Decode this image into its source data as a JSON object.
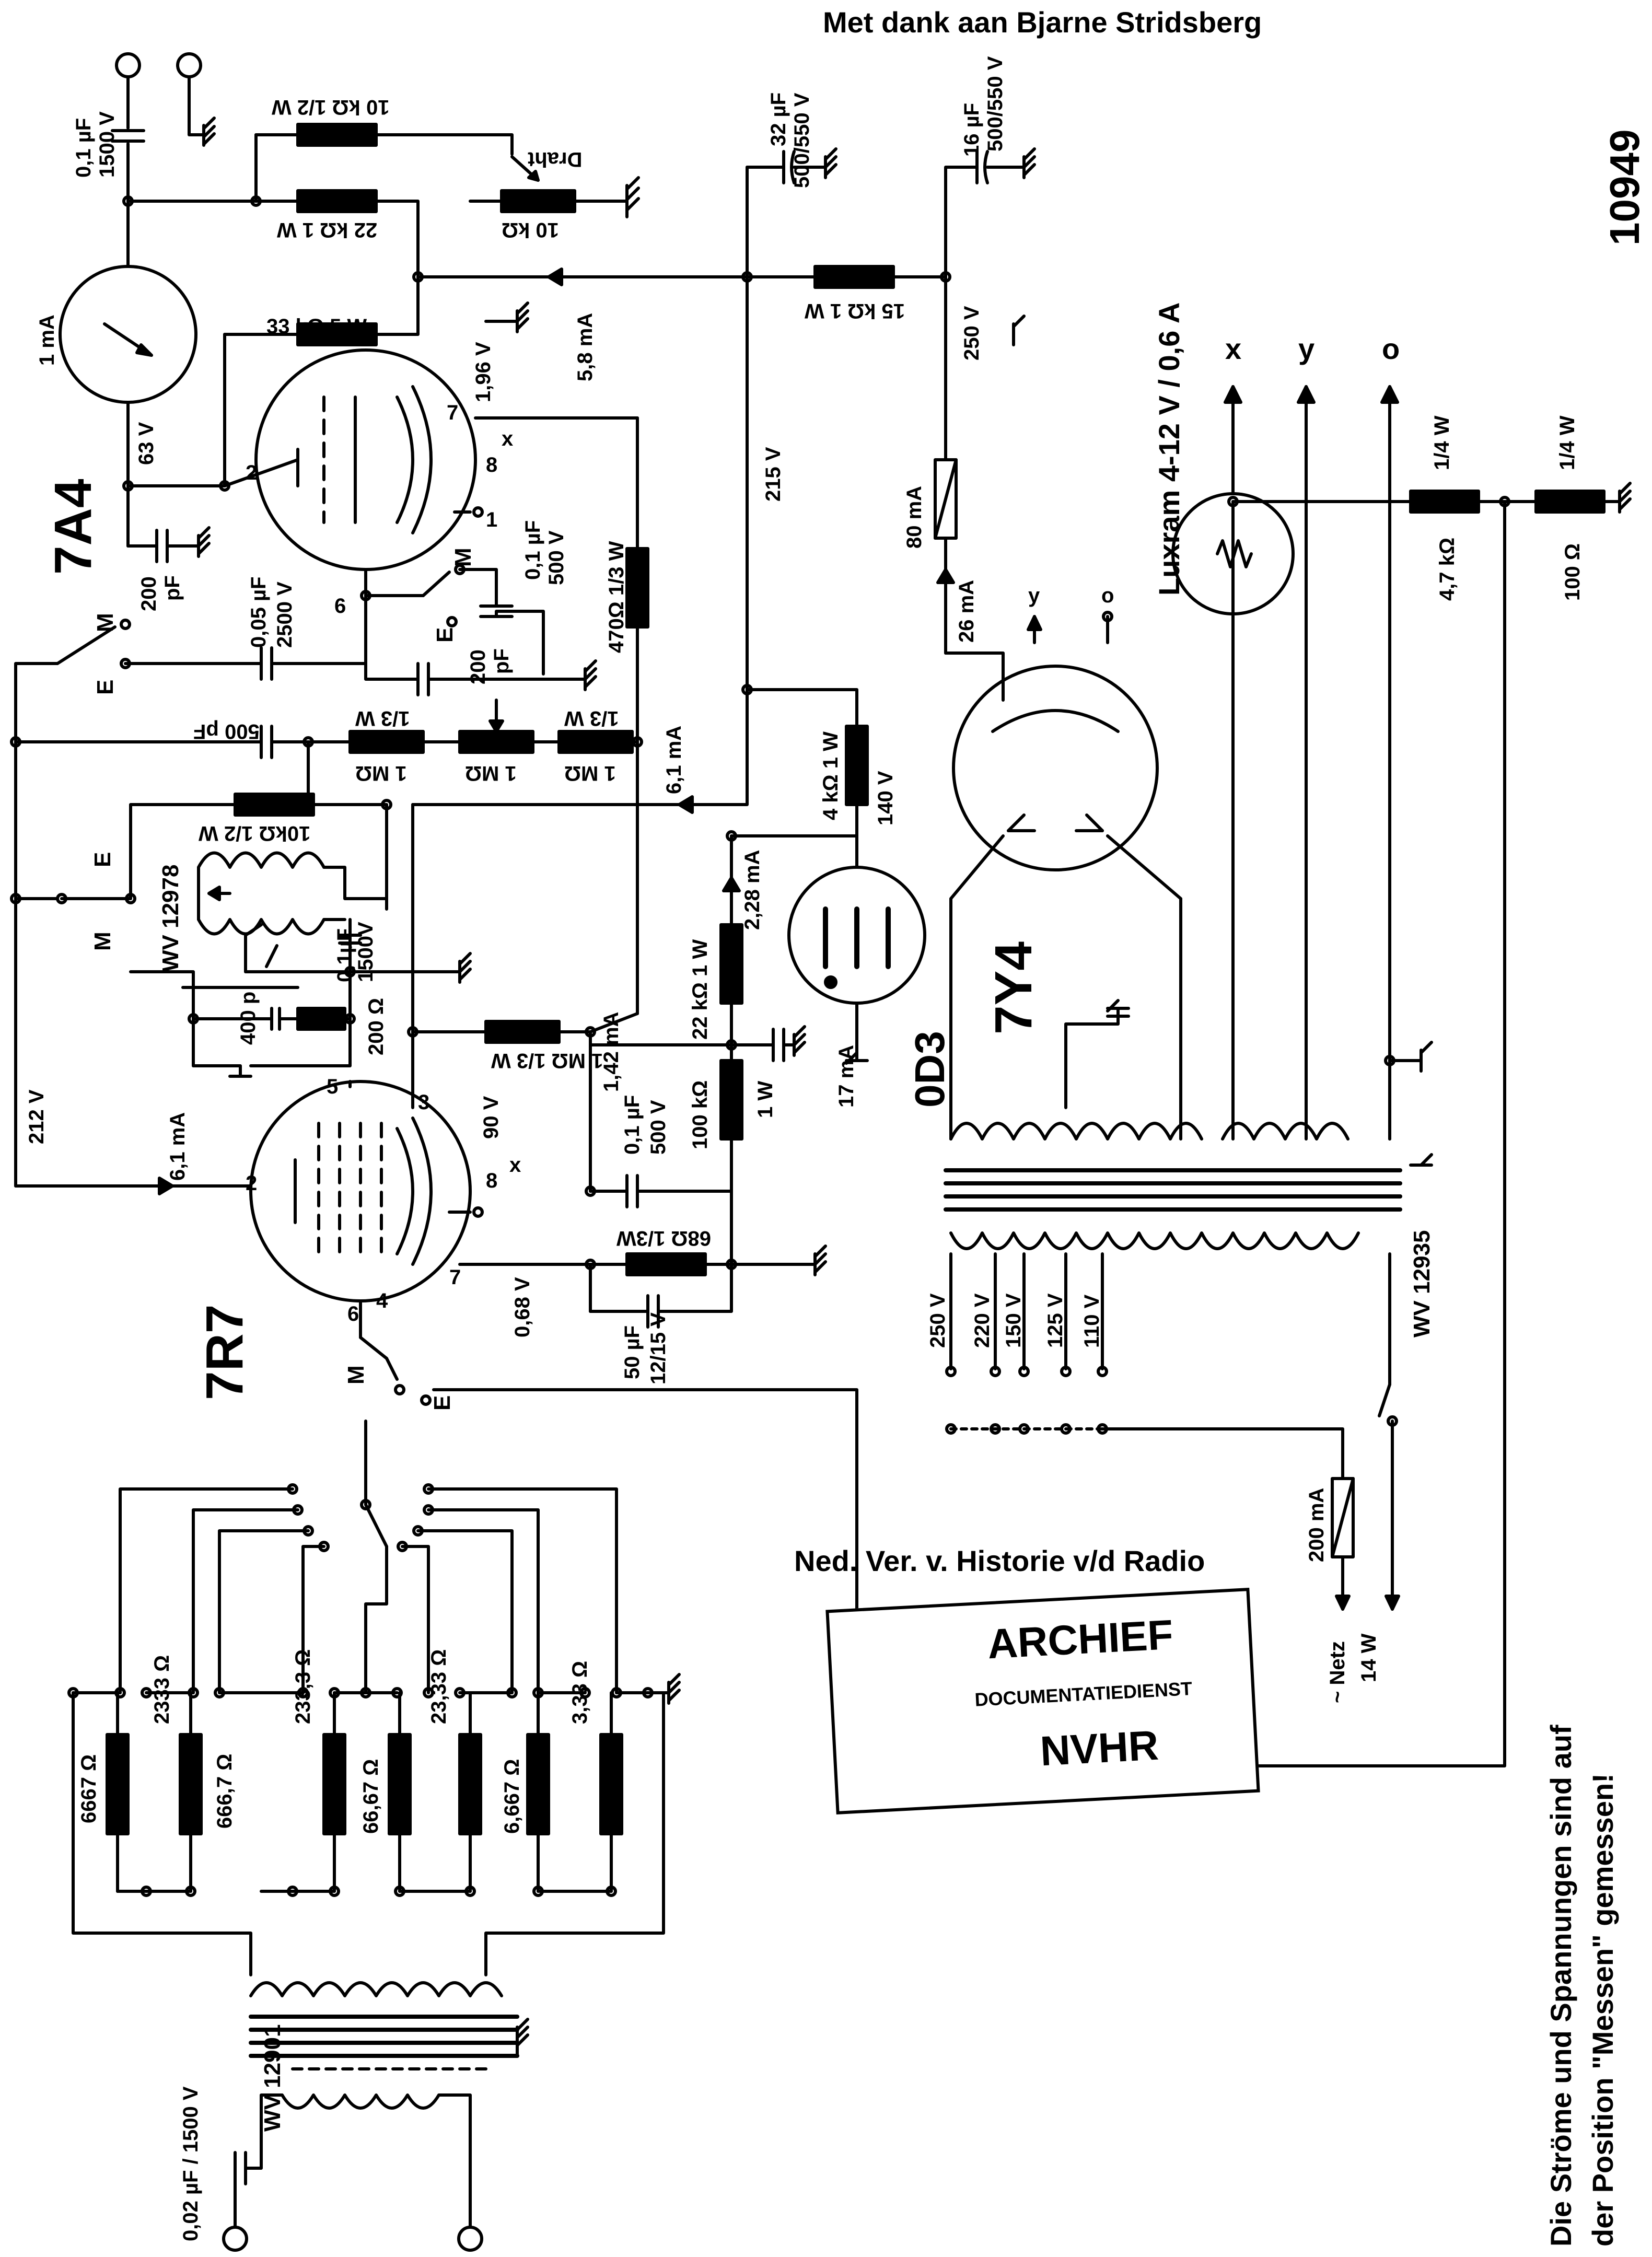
{
  "header": {
    "credit": "Met dank aan Bjarne Stridsberg",
    "sheet_number": "10949"
  },
  "tubes": {
    "t7a4": "7A4",
    "t7r7": "7R7",
    "t7y4": "7Y4",
    "t0d3": "0D3"
  },
  "meter": {
    "label": "1 mA"
  },
  "lamp": {
    "label": "Luxram 4-12 V / 0,6 A"
  },
  "transformers": {
    "output": "WV 12901",
    "coil": "WV 12978",
    "mains": "WV 12935"
  },
  "mains_taps": [
    "250 V",
    "220 V",
    "150 V",
    "125 V",
    "110 V"
  ],
  "mains_input": {
    "label": "~ Netz",
    "power": "14 W"
  },
  "fuse": {
    "label": "200 mA"
  },
  "attenuator_resistors": [
    "6667 Ω",
    "2333 Ω",
    "666,7 Ω",
    "233,3 Ω",
    "66,67 Ω",
    "23,33 Ω",
    "6,667 Ω",
    "3,33 Ω"
  ],
  "outputs": [
    "x",
    "y",
    "o"
  ],
  "small_outputs": [
    "y",
    "o"
  ],
  "labels": {
    "c_01uf_1500v": "0,1 µF",
    "c_01uf_1500v_b": "1500 V",
    "r_10k_half": "10 kΩ 1/2 W",
    "draht": "Draht",
    "r_22k": "22 kΩ 1 W",
    "p_10k": "10 kΩ",
    "r_33k": "33 kΩ 5 W",
    "i_58": "5,8 mA",
    "v_196": "1,96 V",
    "c_32uf": "32 µF",
    "c_32uf_b": "500/550 V",
    "c_16uf": "16 µF",
    "c_16uf_b": "500/550 V",
    "r_15k": "15 kΩ 1 W",
    "v_250": "250 V",
    "v_215": "215 V",
    "i_80": "80 mA",
    "i_26": "26 mA",
    "v_63": "63 V",
    "c_200pf": "200",
    "c_200pf_b": "pF",
    "c_005": "0,05 µF",
    "c_005_b": "2500 V",
    "c_01_500": "0,1 µF",
    "c_01_500_b": "500 V",
    "r_470": "470Ω 1/3 W",
    "c_200_small": "200",
    "c_200_small_b": "pF",
    "c_500pf": "500 pF",
    "r_1m_a": "1 MΩ",
    "r_1m_a_w": "1/3 W",
    "r_1m_b": "1 MΩ",
    "r_1m_c": "1 MΩ",
    "r_1m_c_w": "1/3 W",
    "i_61_top": "6,1 mA",
    "r_4k": "4 kΩ 1 W",
    "v_140": "140 V",
    "r_10k_b": "10kΩ 1/2 W",
    "i_228": "2,28 mA",
    "r_22k_b": "22 kΩ 1 W",
    "c_400p": "400 p",
    "r_200": "200 Ω",
    "c_01_1500": "0,1µF",
    "c_01_1500_b": "1500V",
    "r_1m_d": "1 MΩ 1/3 W",
    "i_142": "1,42 mA",
    "i_17": "17 mA",
    "v_212": "212 V",
    "i_61": "6,1 mA",
    "v_90": "90 V",
    "c_01_500_c": "0,1 µF",
    "c_01_500_c_b": "500 V",
    "r_100k": "100 kΩ",
    "r_100k_w": "1 W",
    "r_68": "68Ω 1/3W",
    "v_068": "0,68 V",
    "c_50uf": "50 µF",
    "c_50uf_b": "12/15 V",
    "r_4k7": "4,7 kΩ",
    "r_4k7_w": "1/4 W",
    "r_100": "100 Ω",
    "r_100_w": "1/4 W",
    "c_002": "0,02 µF / 1500 V",
    "sw_m": "M",
    "sw_e": "E",
    "sw_m2": "M",
    "sw_e2": "E",
    "sw_m3": "M",
    "sw_e3": "E",
    "sw_m4": "M",
    "sw_e4": "E",
    "pin_2": "2",
    "pin_6": "6",
    "pin_7": "7",
    "pin_8": "8",
    "pin_1": "1",
    "pin_x": "x",
    "p2_2": "2",
    "p2_3": "3",
    "p2_5": "5",
    "p2_6": "6",
    "p2_4": "4",
    "p2_7": "7",
    "p2_8": "8",
    "p2_x": "x"
  },
  "footer": {
    "society": "Ned. Ver. v. Historie v/d Radio",
    "note_line1": "Die Ströme und Spannungen sind auf",
    "note_line2": "der Position \"Messen\" gemessen!"
  },
  "stamp": {
    "line1": "ARCHIEF",
    "line2": "DOCUMENTATIEDIENST",
    "line3": "NVHR"
  }
}
